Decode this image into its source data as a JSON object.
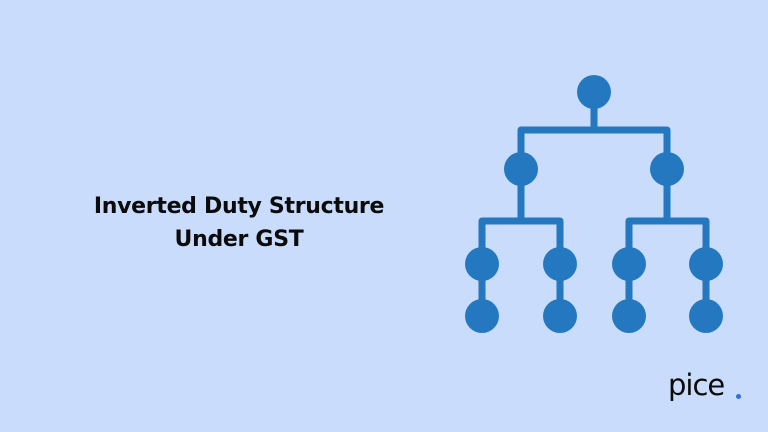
{
  "title": {
    "line1": "Inverted Duty Structure",
    "line2": "Under GST"
  },
  "illustration": {
    "icon": "hierarchy-tree-icon",
    "color": "#2478c0",
    "background": "#c9dcfb"
  },
  "logo": {
    "text": "pice",
    "dot_color": "#2b6fe3"
  }
}
